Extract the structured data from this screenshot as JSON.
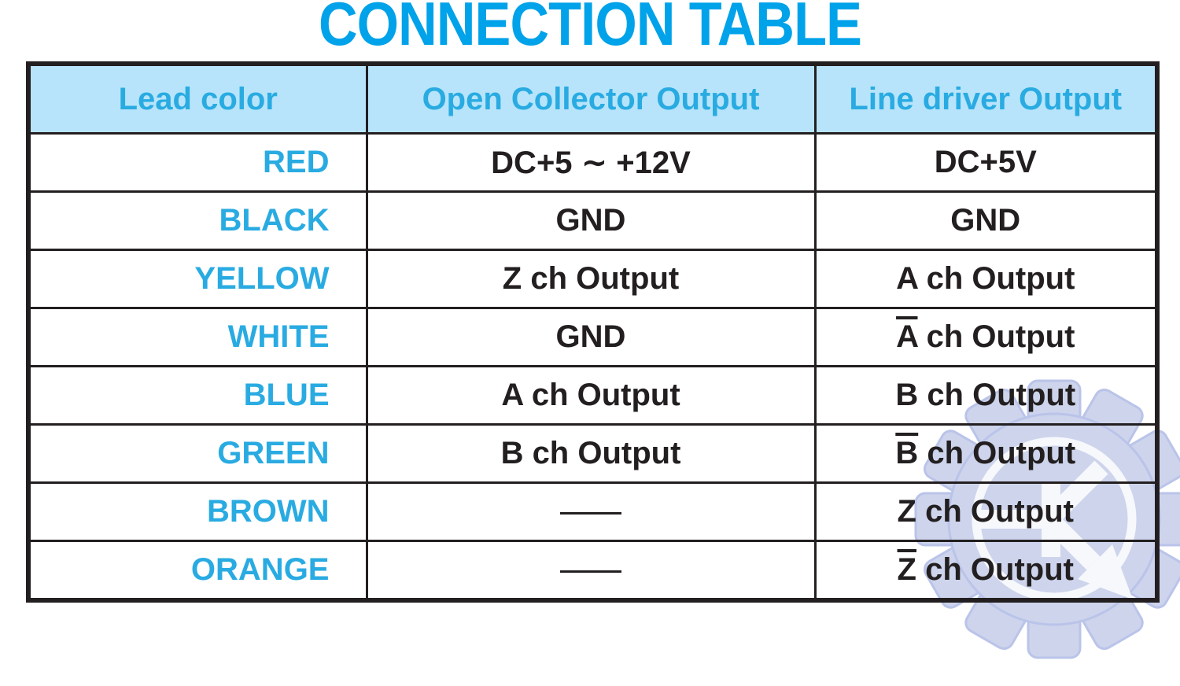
{
  "title": "CONNECTION TABLE",
  "table": {
    "columns": [
      "Lead color",
      "Open Collector Output",
      "Line driver Output"
    ],
    "rows": [
      {
        "lead": "RED",
        "open_collector": {
          "value": "DC+5 ∼ +12V"
        },
        "line_driver": {
          "value": "DC+5V"
        }
      },
      {
        "lead": "BLACK",
        "open_collector": {
          "value": "GND"
        },
        "line_driver": {
          "value": "GND"
        }
      },
      {
        "lead": "YELLOW",
        "open_collector": {
          "value": "Z ch Output"
        },
        "line_driver": {
          "value": "A ch Output"
        }
      },
      {
        "lead": "WHITE",
        "open_collector": {
          "value": "GND"
        },
        "line_driver": {
          "value": "A ch Output",
          "overline": "A"
        }
      },
      {
        "lead": "BLUE",
        "open_collector": {
          "value": "A ch Output"
        },
        "line_driver": {
          "value": "B ch Output"
        }
      },
      {
        "lead": "GREEN",
        "open_collector": {
          "value": "B ch Output"
        },
        "line_driver": {
          "value": "B ch Output",
          "overline": "B"
        }
      },
      {
        "lead": "BROWN",
        "open_collector": {
          "dash": true
        },
        "line_driver": {
          "value": "Z ch Output"
        }
      },
      {
        "lead": "ORANGE",
        "open_collector": {
          "dash": true
        },
        "line_driver": {
          "value": "Z ch Output",
          "overline": "Z"
        }
      }
    ]
  },
  "watermark": {
    "icon": "gear-k-logo"
  },
  "colors": {
    "title_color": "#00a2e9",
    "header_bg": "#b7e4fa",
    "header_text": "#29abe2",
    "lead_text": "#29abe2",
    "value_text": "#231f20",
    "border_color": "#231f20",
    "watermark_fill": "#cbd2ec",
    "watermark_stroke": "#b7c1e8",
    "watermark_white": "#f6f8fc"
  }
}
